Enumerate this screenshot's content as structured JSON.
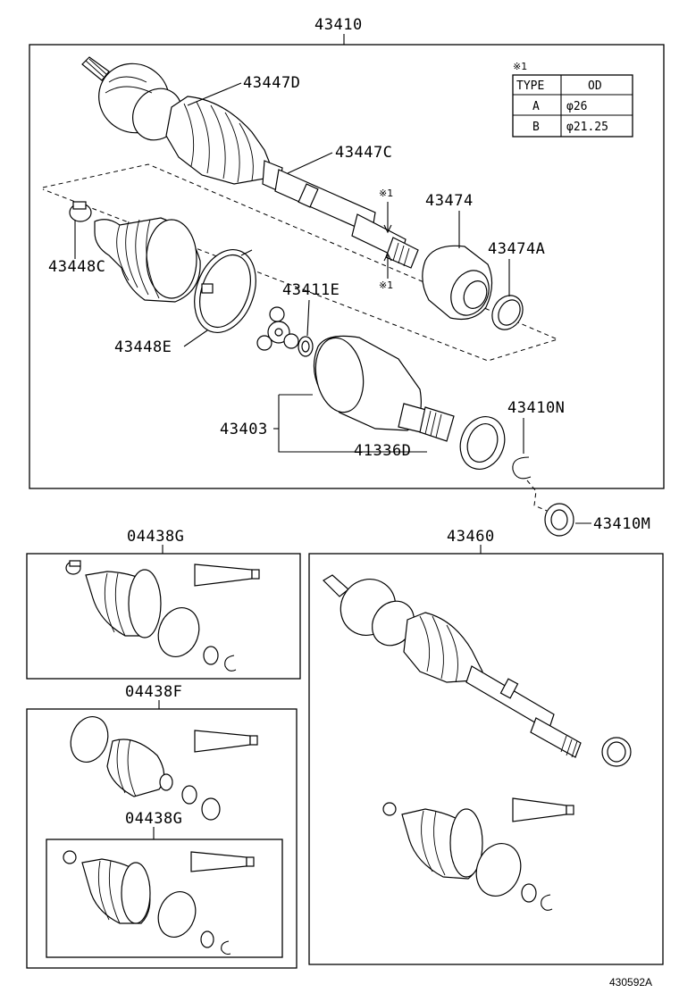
{
  "labels": {
    "main_assembly": "43410",
    "outboard_joint": "43447D",
    "boot_clamp_small": "43447C",
    "note_mark_top": "※1",
    "note_mark_bottom": "※1",
    "ring_43474": "43474",
    "ring_43474a": "43474A",
    "clamp_43448c": "43448C",
    "snap_ring_43411e": "43411E",
    "band_43448e": "43448E",
    "joint_43403": "43403",
    "seal_41336d": "41336D",
    "snap_43410n": "43410N",
    "seal_43410m": "43410M",
    "kit_upper": "04438G",
    "kit_middle": "04438F",
    "kit_inner": "04438G",
    "shaft_43460": "43460",
    "diagram_ref": "430592A"
  },
  "spec_table": {
    "note": "※1",
    "headers": [
      "TYPE",
      "OD"
    ],
    "rows": [
      [
        "A",
        "φ26"
      ],
      [
        "B",
        "φ21.25"
      ]
    ]
  }
}
